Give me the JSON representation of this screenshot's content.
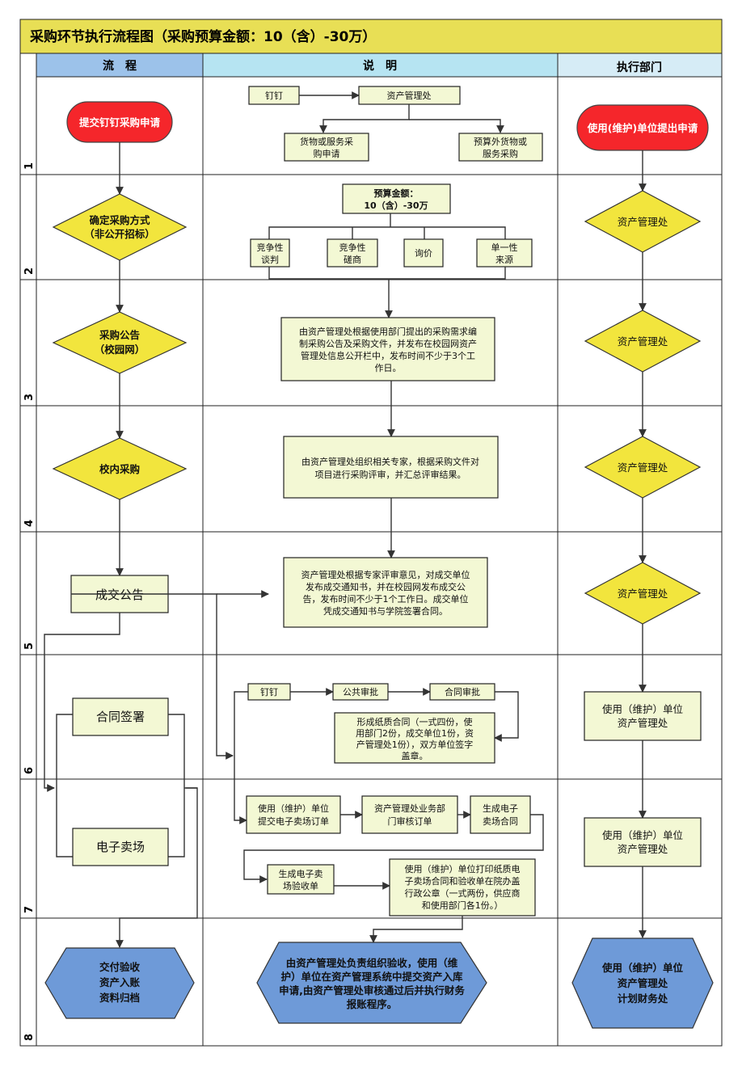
{
  "title": "采购环节执行流程图（采购预算金额：10（含）-30万）",
  "headers": {
    "flow": "流　程",
    "desc": "说　明",
    "dept": "执行部门"
  },
  "rows": [
    "1",
    "2",
    "3",
    "4",
    "5",
    "6",
    "7",
    "8"
  ],
  "flow": {
    "submit": "提交钉钉采购申请",
    "method_1": "确定采购方式",
    "method_2": "（非公开招标）",
    "notice_1": "采购公告",
    "notice_2": "（校园网）",
    "campus": "校内采购",
    "result": "成交公告",
    "contract": "合同签署",
    "emarket": "电子卖场",
    "final_1": "交付验收",
    "final_2": "资产入账",
    "final_3": "资料归档"
  },
  "desc": {
    "dingding": "钉钉",
    "asset_office": "资产管理处",
    "goods_1": "货物或服务采",
    "goods_2": "购申请",
    "outside_1": "预算外货物或",
    "outside_2": "服务采购",
    "budget_1": "预算金额：",
    "budget_2": "10（含）-30万",
    "m1_1": "竞争性",
    "m1_2": "谈判",
    "m2_1": "竞争性",
    "m2_2": "磋商",
    "m3": "询价",
    "m4_1": "单一性",
    "m4_2": "来源",
    "r3_1": "由资产管理处根据使用部门提出的采购需求编",
    "r3_2": "制采购公告及采购文件，并发布在校园网资产",
    "r3_3": "管理处信息公开栏中，发布时间不少于3个工",
    "r3_4": "作日。",
    "r4_1": "由资产管理处组织相关专家，根据采购文件对",
    "r4_2": "项目进行采购评审，并汇总评审结果。",
    "r5_1": "资产管理处根据专家评审意见，对成交单位",
    "r5_2": "发布成交通知书，并在校园网发布成交公",
    "r5_3": "告，发布时间不少于1个工作日。成交单位",
    "r5_4": "凭成交通知书与学院签署合同。",
    "dingding2": "钉钉",
    "public_approve": "公共审批",
    "contract_approve": "合同审批",
    "paper_1": "形成纸质合同（一式四份，使",
    "paper_2": "用部门2份，成交单位1份，资",
    "paper_3": "产管理处1份），双方单位签字",
    "paper_4": "盖章。",
    "order_1": "使用（维护）单位",
    "order_2": "提交电子卖场订单",
    "review_1": "资产管理处业务部",
    "review_2": "门审核订单",
    "gen_contract_1": "生成电子",
    "gen_contract_2": "卖场合同",
    "gen_accept_1": "生成电子卖",
    "gen_accept_2": "场验收单",
    "print_1": "使用（维护）单位打印纸质电",
    "print_2": "子卖场合同和验收单在院办盖",
    "print_3": "行政公章（一式两份，供应商",
    "print_4": "和使用部门各1份。）",
    "r8_1": "由资产管理处负责组织验收，使用（维",
    "r8_2": "护）单位在资产管理系统中提交资产入库",
    "r8_3": "申请,由资产管理处审核通过后并执行财务",
    "r8_4": "报账程序。"
  },
  "dept": {
    "submit": "使用(维护)单位提出申请",
    "d2": "资产管理处",
    "d3": "资产管理处",
    "d4": "资产管理处",
    "d5": "资产管理处",
    "d6_1": "使用（维护）单位",
    "d6_2": "资产管理处",
    "d7_1": "使用（维护）单位",
    "d7_2": "资产管理处",
    "d8_1": "使用（维护）单位",
    "d8_2": "资产管理处",
    "d8_3": "计划财务处"
  },
  "colors": {
    "title_bg": "#e8df55",
    "flow_header_bg": "#9cc2ea",
    "desc_header_bg": "#b6e4f2",
    "dept_header_bg": "#d6ecf6",
    "box_fill": "#f3f8d4",
    "diamond_fill": "#f2e53d",
    "start_fill": "#f5262b",
    "end_fill": "#6e9ad8"
  }
}
